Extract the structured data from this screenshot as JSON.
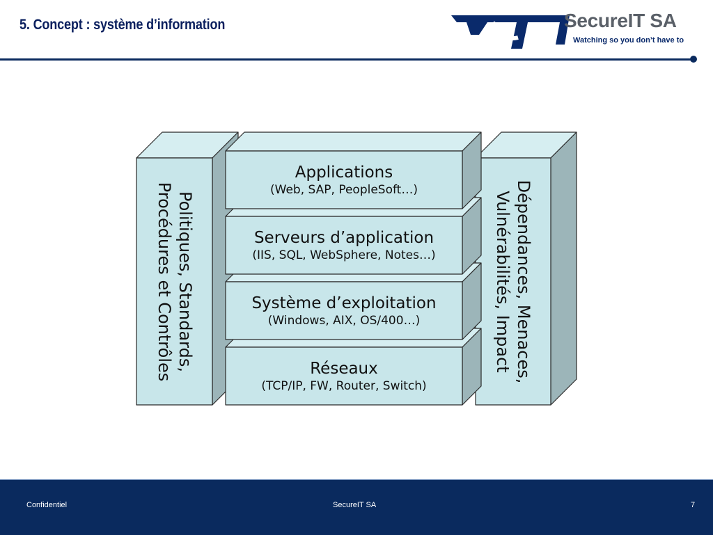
{
  "slide": {
    "title": "5. Concept : système d’information"
  },
  "logo": {
    "name": "SecureIT SA",
    "tagline": "Watching so you don’t have to"
  },
  "diagram": {
    "layers": [
      {
        "title": "Applications",
        "subtitle": "(Web, SAP, PeopleSoft…)"
      },
      {
        "title": "Serveurs d’application",
        "subtitle": "(IIS, SQL, WebSphere, Notes…)"
      },
      {
        "title": "Système d’exploitation",
        "subtitle": "(Windows, AIX, OS/400…)"
      },
      {
        "title": "Réseaux",
        "subtitle": "(TCP/IP, FW, Router, Switch)"
      }
    ],
    "left_pillar": {
      "line1": "Politiques, Standards,",
      "line2": "Procédures et Contrôles"
    },
    "right_pillar": {
      "line1": "Dépendances, Menaces,",
      "line2": "Vulnérabilités, Impact"
    },
    "colors": {
      "front": "#c8e6ea",
      "top": "#d6eef1",
      "side": "#9cb5b9",
      "stroke": "#2a2a2a"
    }
  },
  "footer": {
    "left": "Confidentiel",
    "center": "SecureIT SA",
    "page_number": "7"
  }
}
